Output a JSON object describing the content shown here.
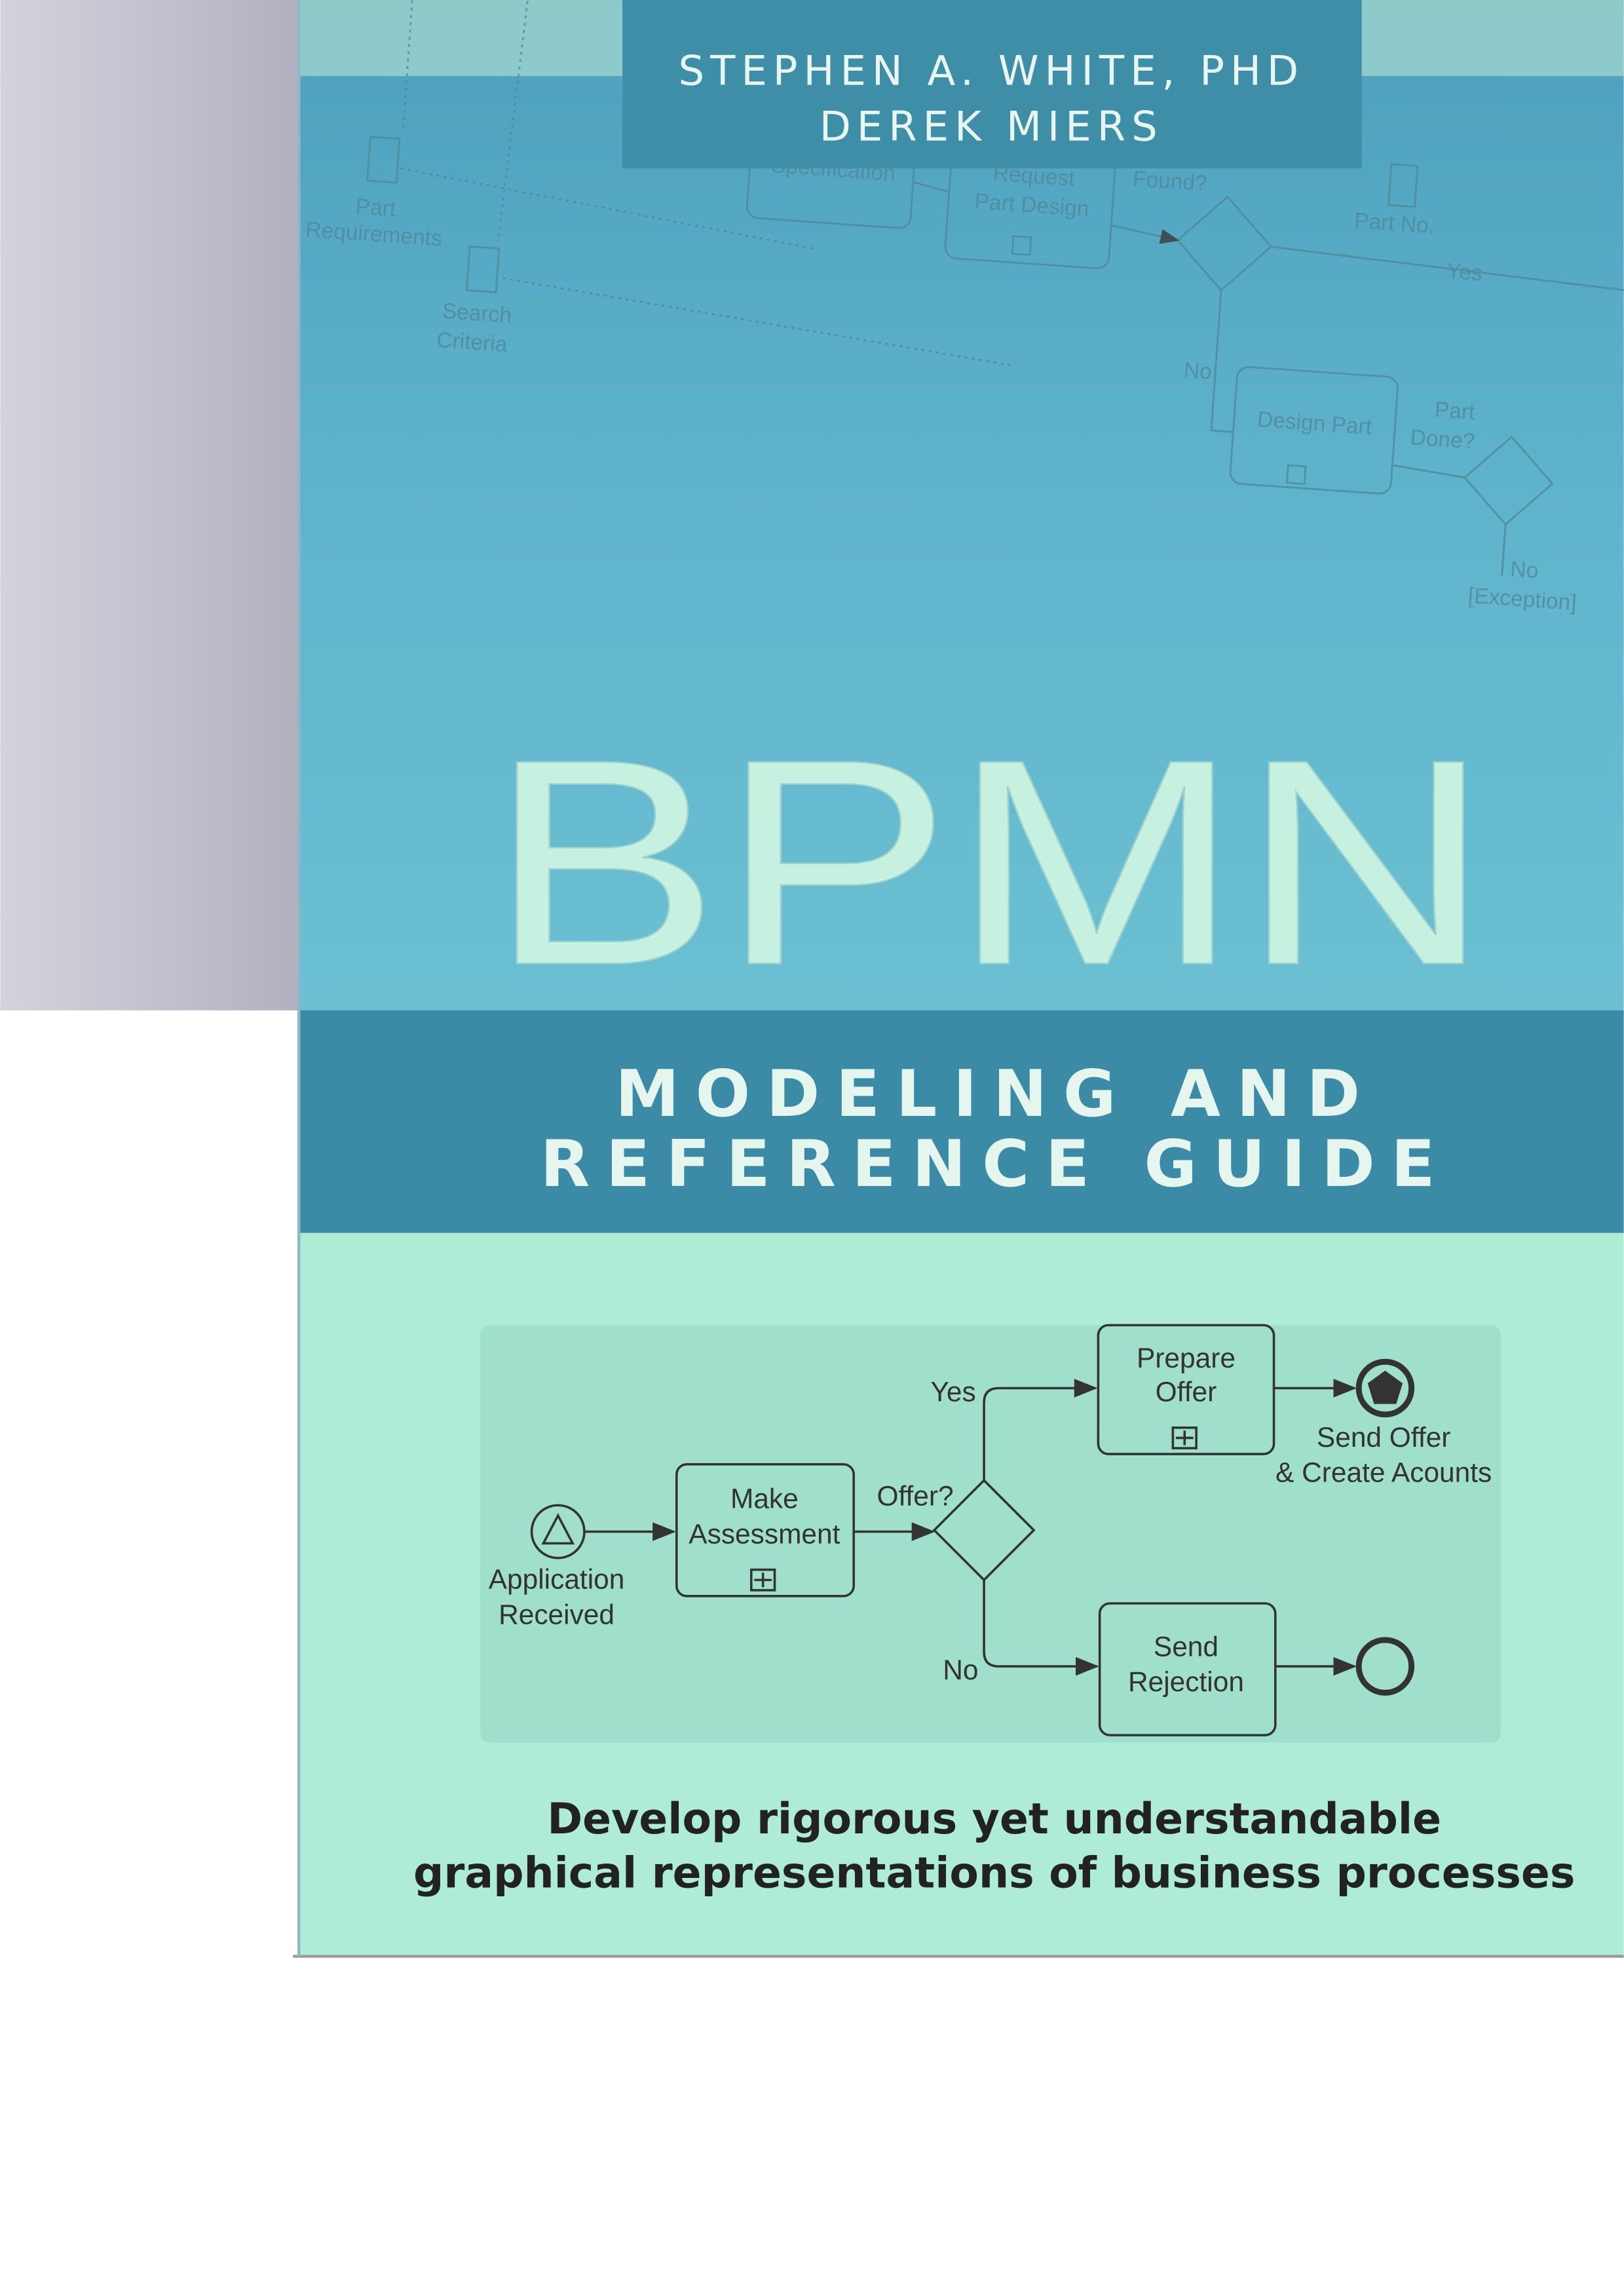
{
  "cover": {
    "authors": [
      "Stephen A. White, PhD",
      "Derek Miers"
    ],
    "title": "BPMN",
    "subtitle_lines": [
      "MODELING AND",
      "REFERENCE GUIDE"
    ],
    "tagline_lines": [
      "Develop rigorous yet understandable",
      "graphical representations of business processes"
    ],
    "colors": {
      "top_blue": "#5fb3cc",
      "band": "#3b8ba6",
      "mint": "#aeecd6",
      "title": "#c6f0df"
    }
  },
  "background_diagram": {
    "labels": [
      "Part",
      "Requirements",
      "Search",
      "Criteria",
      "Specification",
      "Request",
      "Part Design",
      "Found?",
      "Part No.",
      "Yes",
      "No",
      "Design Part",
      "Part",
      "Done?",
      "No",
      "[Exception]"
    ]
  },
  "front_diagram": {
    "start_label": [
      "Application",
      "Received"
    ],
    "task_assess": [
      "Make",
      "Assessment"
    ],
    "gateway_label": "Offer?",
    "yes_label": "Yes",
    "no_label": "No",
    "task_offer": [
      "Prepare",
      "Offer"
    ],
    "end_offer_label": [
      "Send Offer",
      "& Create Acounts"
    ],
    "task_reject": [
      "Send",
      "Rejection"
    ]
  }
}
